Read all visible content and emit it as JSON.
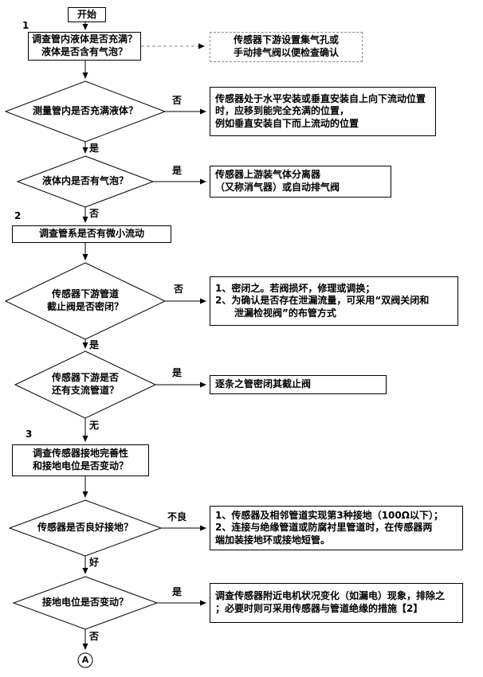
{
  "flow": {
    "start": "开始",
    "sections": {
      "s1": "1",
      "s2": "2",
      "s3": "3"
    },
    "p1": "调查管内液体是否充满？\n液体是否含有气泡？",
    "note1": "传感器下游设置集气孔或\n手动排气阀以便检查确认",
    "d1": "测量管内是否充满液体？",
    "d1_no": "否",
    "d1_yes": "是",
    "r1": "传感器处于水平安装或垂直安装自上向下流动位置\n时，应移到能完全充满的位置，\n例如垂直安装自下而上流动的位置",
    "d2": "液体内是否有气泡？",
    "d2_yes": "是",
    "d2_no": "否",
    "r2": "传感器上游装气体分离器\n（又称消气器）或自动排气阀",
    "p2": "调查管系是否有微小流动",
    "d3": "传感器下游管道\n截止阀是否密闭？",
    "d3_no": "否",
    "d3_yes": "是",
    "r3": "1、密闭之。若阀损坏，修理或调换；\n2、为确认是否存在泄漏流量，可采用“双阀关闭和\n　　泄漏检视阀”的布管方式",
    "d4": "传感器下游是否\n还有支流管道？",
    "d4_yes": "是",
    "d4_none": "无",
    "r4": "逐条之管密闭其截止阀",
    "p3": "调查传感器接地完善性\n和接地电位是否变动？",
    "d5": "传感器是否良好接地？",
    "d5_bad": "不良",
    "d5_good": "好",
    "r5": "1、传感器及相邻管道实现第3种接地（100Ω以下）；\n2、连接与绝缘管道或防腐衬里管道时，在传感器两\n端加装接地环或接地短管。",
    "d6": "接地电位是否变动？",
    "d6_yes": "是",
    "d6_no": "否",
    "r6": "调查传感器附近电机状况变化（如漏电）现象，排除之\n；必要时则可采用传感器与管道绝缘的措施【2】",
    "terminal": "A"
  }
}
